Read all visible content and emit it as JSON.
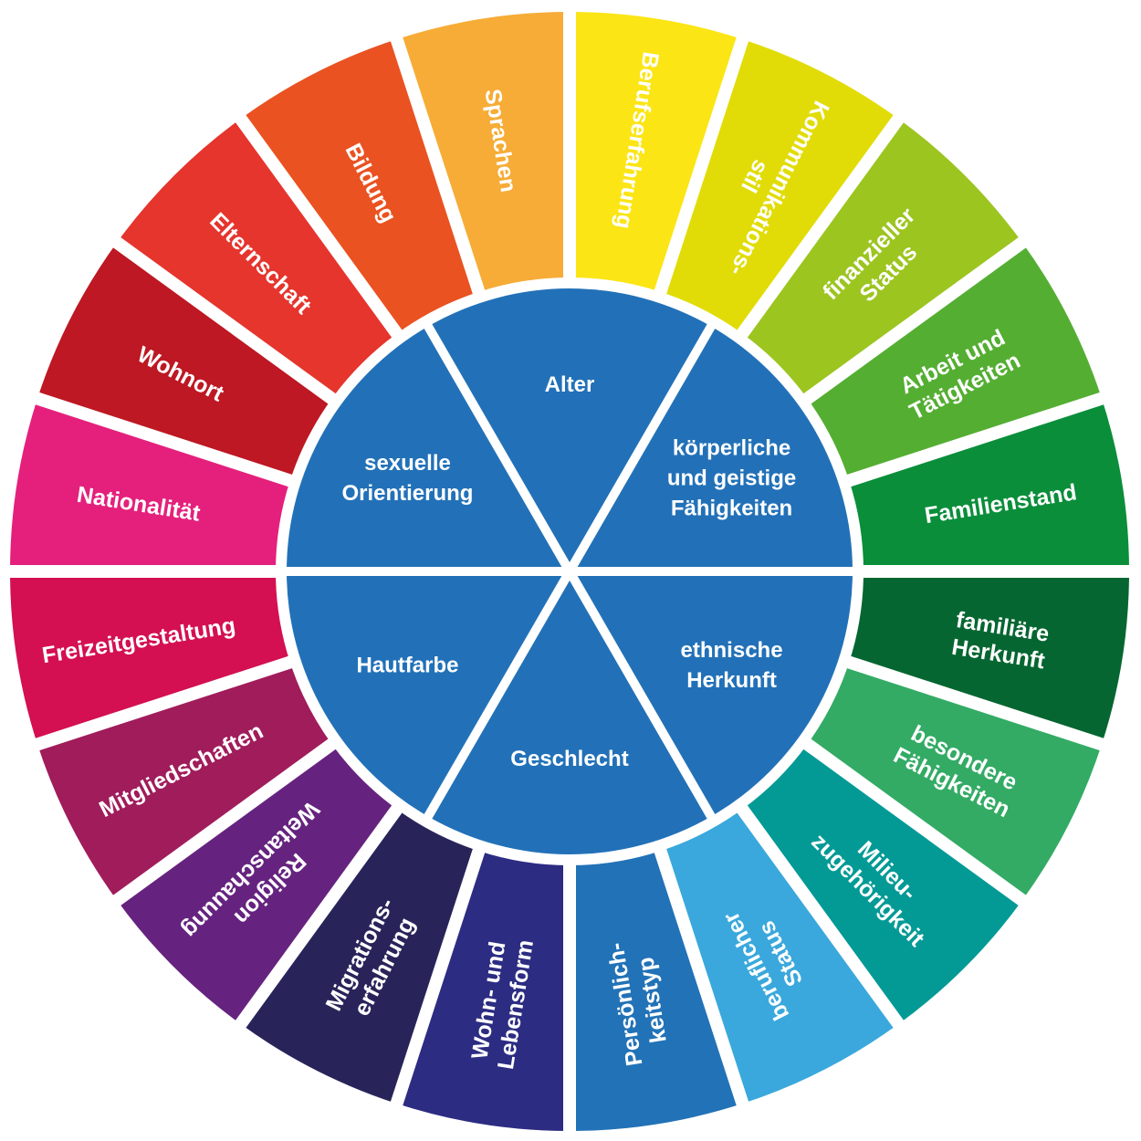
{
  "diagram": {
    "inner_segments": [
      {
        "lines": [
          "Alter"
        ],
        "color": "#2271b8"
      },
      {
        "lines": [
          "körperliche",
          "und geistige",
          "Fähigkeiten"
        ],
        "color": "#2271b8"
      },
      {
        "lines": [
          "ethnische",
          "Herkunft"
        ],
        "color": "#2271b8"
      },
      {
        "lines": [
          "Geschlecht"
        ],
        "color": "#2271b8"
      },
      {
        "lines": [
          "Hautfarbe"
        ],
        "color": "#2271b8"
      },
      {
        "lines": [
          "sexuelle",
          "Orientierung"
        ],
        "color": "#2271b8"
      }
    ],
    "outer_segments": [
      {
        "lines": [
          "Berufserfahrung"
        ],
        "color": "#fbe515"
      },
      {
        "lines": [
          "Kommunikations-",
          "stil"
        ],
        "color": "#e1dc07"
      },
      {
        "lines": [
          "finanzieller",
          "Status"
        ],
        "color": "#9cc520"
      },
      {
        "lines": [
          "Arbeit und",
          "Tätigkeiten"
        ],
        "color": "#54ae32"
      },
      {
        "lines": [
          "Familienstand"
        ],
        "color": "#0a8e3a"
      },
      {
        "lines": [
          "familiäre",
          "Herkunft"
        ],
        "color": "#066631"
      },
      {
        "lines": [
          "besondere",
          "Fähigkeiten"
        ],
        "color": "#33ab65"
      },
      {
        "lines": [
          "Milieu-",
          "zugehörigkeit"
        ],
        "color": "#039a96"
      },
      {
        "lines": [
          "beruflicher",
          "Status"
        ],
        "color": "#3aa8dc"
      },
      {
        "lines": [
          "Persönlich-",
          "keitstyp"
        ],
        "color": "#2272b7"
      },
      {
        "lines": [
          "Wohn- und",
          "Lebensform"
        ],
        "color": "#2c2c83"
      },
      {
        "lines": [
          "Migrations-",
          "erfahrung"
        ],
        "color": "#28245a"
      },
      {
        "lines": [
          "Religion",
          "Weltanschauung"
        ],
        "color": "#65237f"
      },
      {
        "lines": [
          "Mitgliedschaften"
        ],
        "color": "#a01c5b"
      },
      {
        "lines": [
          "Freizeitgestaltung"
        ],
        "color": "#d40f52"
      },
      {
        "lines": [
          "Nationalität"
        ],
        "color": "#e4207c"
      },
      {
        "lines": [
          "Wohnort"
        ],
        "color": "#bd1823"
      },
      {
        "lines": [
          "Elternschaft"
        ],
        "color": "#e5352d"
      },
      {
        "lines": [
          "Bildung"
        ],
        "color": "#ea5221"
      },
      {
        "lines": [
          "Sprachen"
        ],
        "color": "#f6ac36"
      }
    ]
  }
}
